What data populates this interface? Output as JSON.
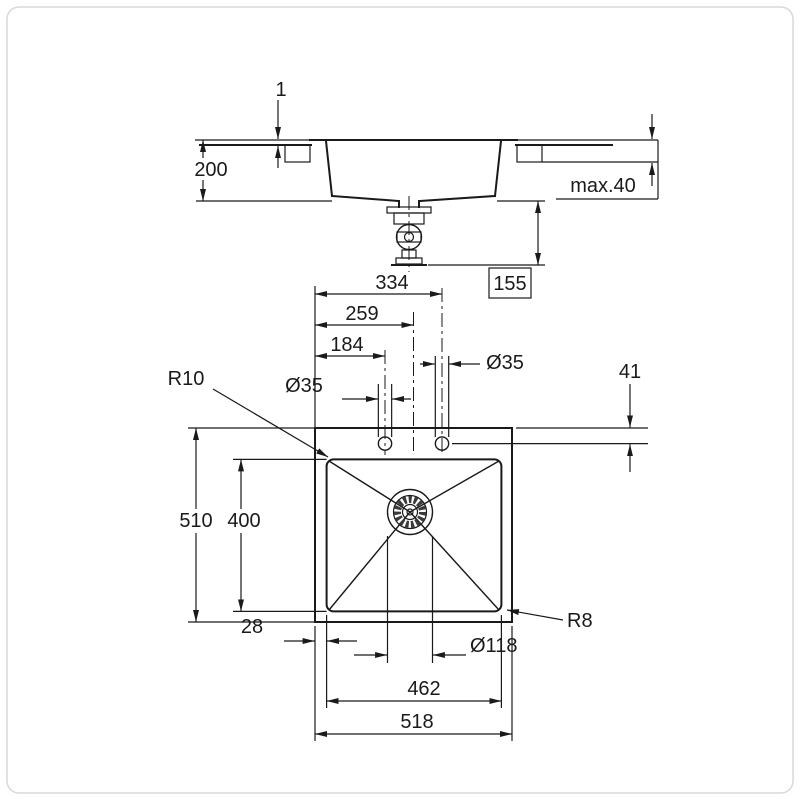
{
  "page": {
    "background": "#ffffff",
    "line_color": "#1a1a1a"
  },
  "side_view": {
    "rim_height_label": "1",
    "depth_label": "200",
    "counter_thickness_label": "max.40",
    "drain_height_label": "155"
  },
  "tap_hole_dims": {
    "dim_334": "334",
    "dim_259": "259",
    "dim_184": "184",
    "left_hole_dia": "Ø35",
    "right_hole_dia": "Ø35",
    "hole_setback": "41"
  },
  "plan_view": {
    "bowl_corner_radius": "R10",
    "outer_corner_radius": "R8",
    "overall_depth": "510",
    "bowl_depth": "400",
    "edge_offset": "28",
    "drain_dia": "Ø118",
    "bowl_width": "462",
    "overall_width": "518"
  }
}
